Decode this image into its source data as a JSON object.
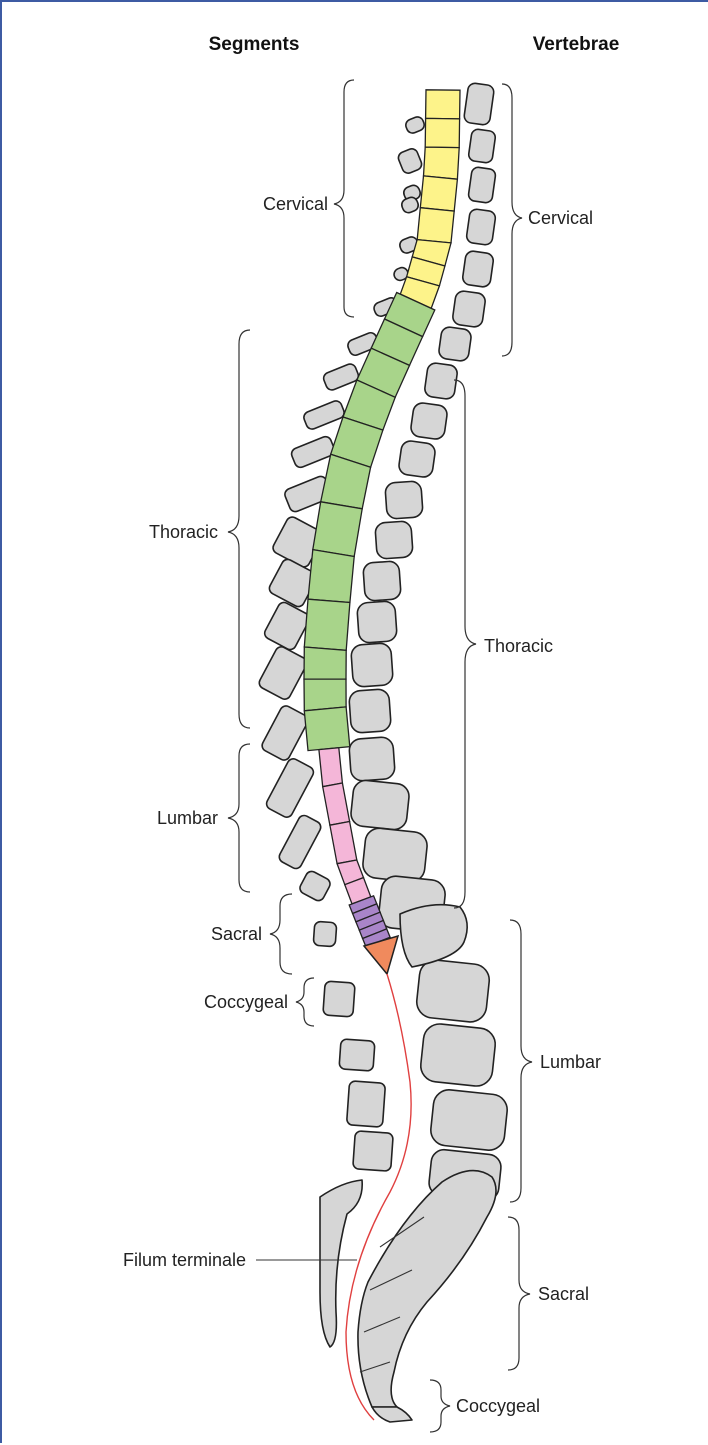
{
  "headers": {
    "segments": "Segments",
    "vertebrae": "Vertebrae"
  },
  "segment_labels": {
    "cervical": "Cervical",
    "thoracic": "Thoracic",
    "lumbar": "Lumbar",
    "sacral": "Sacral",
    "coccygeal": "Coccygeal"
  },
  "vertebra_labels": {
    "cervical": "Cervical",
    "thoracic": "Thoracic",
    "lumbar": "Lumbar",
    "sacral": "Sacral",
    "coccygeal": "Coccygeal"
  },
  "filum_label": "Filum terminale",
  "colors": {
    "cervical": "#fdf38a",
    "thoracic": "#a8d48a",
    "lumbar": "#f4b6d8",
    "sacral": "#a985c9",
    "coccygeal": "#f08a5d",
    "filum": "#e04040",
    "bone": "#d6d6d6",
    "frame": "#3d5ba3"
  },
  "segment_counts": {
    "cervical": 8,
    "thoracic": 12,
    "lumbar": 5,
    "sacral": 5,
    "coccygeal": 1
  }
}
